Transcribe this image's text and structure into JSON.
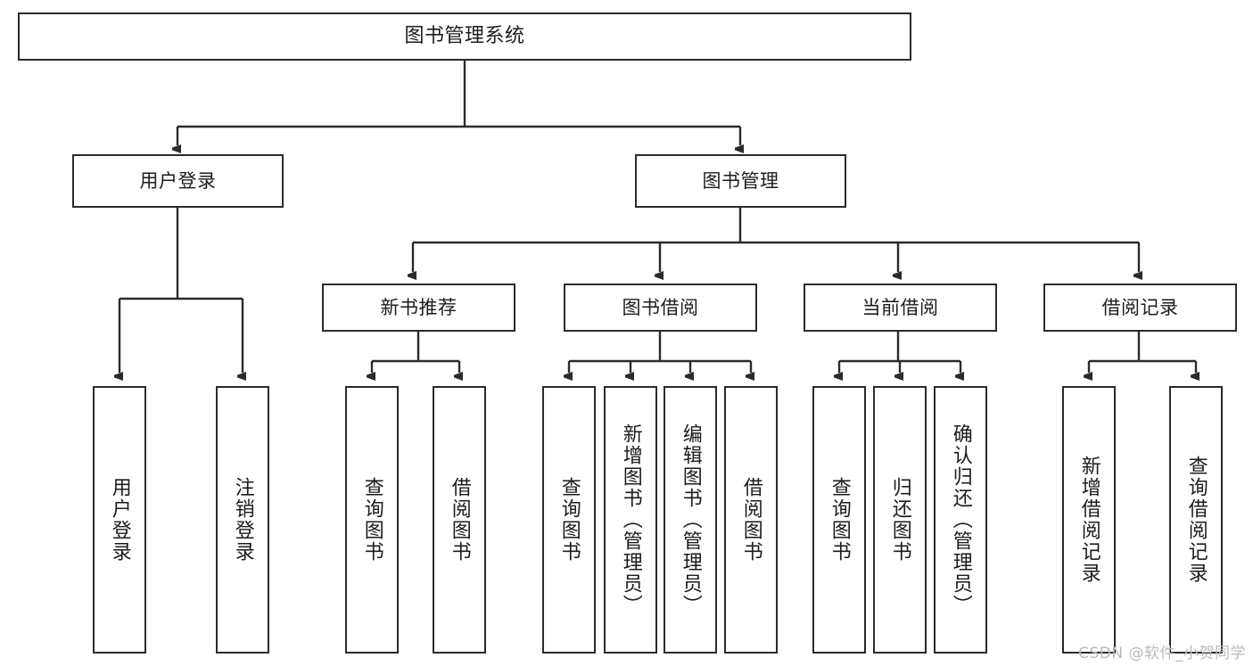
{
  "diagram": {
    "type": "tree-hierarchy-chart",
    "title": "图书管理系统",
    "orientation": "top-down",
    "line_color": "#2b2b2b",
    "box_fill": "#ffffff",
    "text_color": "#1c1c1c",
    "root": {
      "label": "图书管理系统"
    },
    "level2": [
      {
        "label": "用户登录"
      },
      {
        "label": "图书管理"
      }
    ],
    "level3": [
      {
        "label": "新书推荐"
      },
      {
        "label": "图书借阅"
      },
      {
        "label": "当前借阅"
      },
      {
        "label": "借阅记录"
      }
    ],
    "leaves": {
      "user_login": [
        {
          "label": "用户登录"
        },
        {
          "label": "注销登录"
        }
      ],
      "new_book_recommend": [
        {
          "label": "查询图书"
        },
        {
          "label": "借阅图书"
        }
      ],
      "book_borrow": [
        {
          "label": "查询图书"
        },
        {
          "label": "新增图书（管理员）"
        },
        {
          "label": "编辑图书（管理员）"
        },
        {
          "label": "借阅图书"
        }
      ],
      "current_borrow": [
        {
          "label": "查询图书"
        },
        {
          "label": "归还图书"
        },
        {
          "label": "确认归还（管理员）"
        }
      ],
      "borrow_record": [
        {
          "label": "新增借阅记录"
        },
        {
          "label": "查询借阅记录"
        }
      ]
    }
  },
  "watermark": {
    "text": "CSDN @软件_小贺同学",
    "color": "#b9b9b9"
  }
}
